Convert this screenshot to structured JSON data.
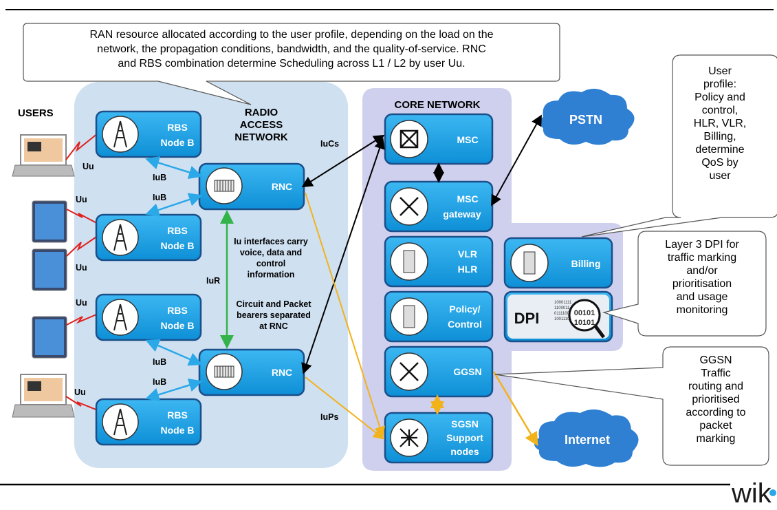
{
  "top_callout": {
    "lines": [
      "RAN resource allocated according to the user profile, depending on the load on the",
      "network, the propagation conditions, bandwidth, and the quality-of-service. RNC",
      "and RBS combination determine Scheduling across L1 / L2 by user Uu."
    ]
  },
  "users_label": "USERS",
  "ran_title": [
    "RADIO",
    "ACCESS",
    "NETWORK"
  ],
  "core_title": "CORE NETWORK",
  "rbs": [
    {
      "line1": "RBS",
      "line2": "Node B"
    },
    {
      "line1": "RBS",
      "line2": "Node B"
    },
    {
      "line1": "RBS",
      "line2": "Node B"
    },
    {
      "line1": "RBS",
      "line2": "Node B"
    }
  ],
  "rnc": [
    "RNC",
    "RNC"
  ],
  "core_nodes": {
    "msc": [
      "MSC"
    ],
    "msc_gw": [
      "MSC",
      "gateway"
    ],
    "vlr": [
      "VLR",
      "HLR"
    ],
    "policy": [
      "Policy/",
      "Control"
    ],
    "ggsn": [
      "GGSN"
    ],
    "sgsn": [
      "SGSN",
      "Support",
      "nodes"
    ],
    "billing": [
      "Billing"
    ],
    "dpi": "DPI",
    "dpi_bits": [
      "10001111",
      "1100011",
      "0111100",
      "10011100",
      "00101",
      "10101"
    ]
  },
  "interfaces": {
    "uu": "Uu",
    "iub": "IuB",
    "iur": "IuR",
    "iucs": "IuCs",
    "iups": "IuPs"
  },
  "ran_notes": {
    "iu_note": [
      "Iu interfaces carry",
      "voice, data and",
      "control",
      "information"
    ],
    "bearer_note": [
      "Circuit and Packet",
      "bearers separated",
      "at RNC"
    ]
  },
  "clouds": {
    "pstn": "PSTN",
    "internet": "Internet"
  },
  "right_callouts": {
    "user_profile": [
      "User",
      "profile:",
      "Policy and",
      "control,",
      "HLR, VLR,",
      "Billing,",
      "determine",
      "QoS by",
      "user"
    ],
    "dpi_note": [
      "Layer 3  DPI for",
      "traffic marking",
      "and/or",
      "prioritisation",
      "and usage",
      "monitoring"
    ],
    "ggsn_note": [
      "GGSN",
      "Traffic",
      "routing and",
      "prioritised",
      "according to",
      "packet",
      "marking"
    ]
  },
  "logo": "wik",
  "colors": {
    "ran_bg": "#cfe0f1",
    "core_bg": "#cfcfee",
    "node_fill": "#1aa3e8",
    "node_stroke": "#1a4f8a",
    "cloud_fill": "#2f7fd2",
    "link_blue": "#2aa8e8",
    "link_orange": "#f2b21a",
    "link_green": "#34b34a",
    "link_red": "#e0201c"
  }
}
